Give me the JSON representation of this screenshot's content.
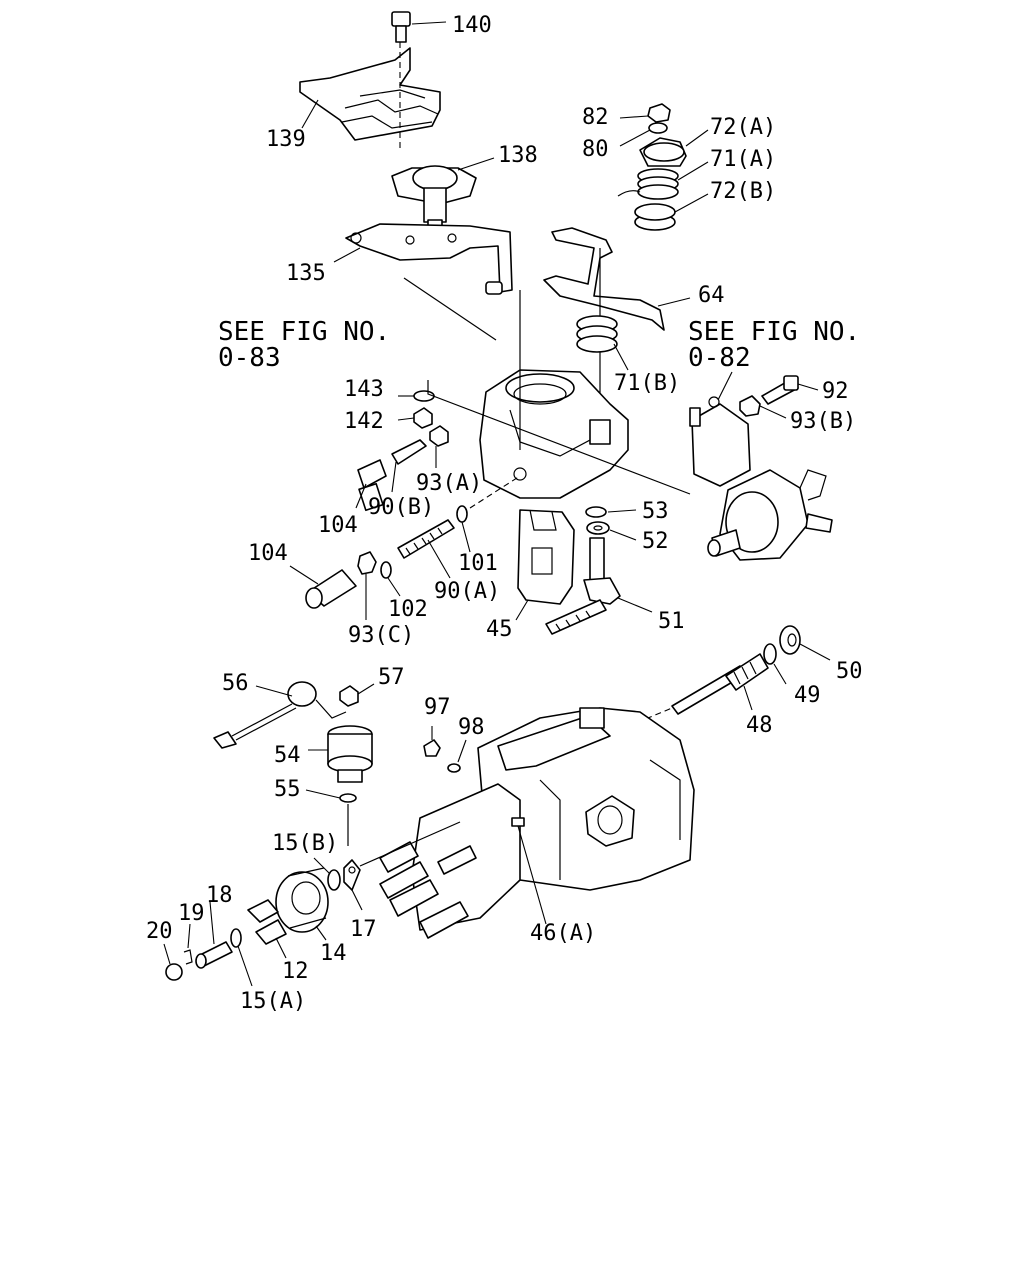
{
  "labels": {
    "p140": "140",
    "p139": "139",
    "p138": "138",
    "p135": "135",
    "p82": "82",
    "p80": "80",
    "p72a": "72(A)",
    "p71a": "71(A)",
    "p72b": "72(B)",
    "p64": "64",
    "p71b": "71(B)",
    "p143": "143",
    "p142": "142",
    "p93a": "93(A)",
    "p90b": "90(B)",
    "p104a": "104",
    "p104b": "104",
    "p101": "101",
    "p90a": "90(A)",
    "p102": "102",
    "p93c": "93(C)",
    "p45": "45",
    "p53": "53",
    "p52": "52",
    "p51": "51",
    "p92": "92",
    "p93b": "93(B)",
    "p50": "50",
    "p49": "49",
    "p48": "48",
    "p56": "56",
    "p57": "57",
    "p54": "54",
    "p55": "55",
    "p97": "97",
    "p98": "98",
    "p15b": "15(B)",
    "p18": "18",
    "p19": "19",
    "p20": "20",
    "p14": "14",
    "p17": "17",
    "p12": "12",
    "p15a": "15(A)",
    "p46a": "46(A)"
  },
  "references": {
    "left_line1": "SEE FIG NO.",
    "left_line2": "0-83",
    "right_line1": "SEE FIG NO.",
    "right_line2": "0-82"
  }
}
